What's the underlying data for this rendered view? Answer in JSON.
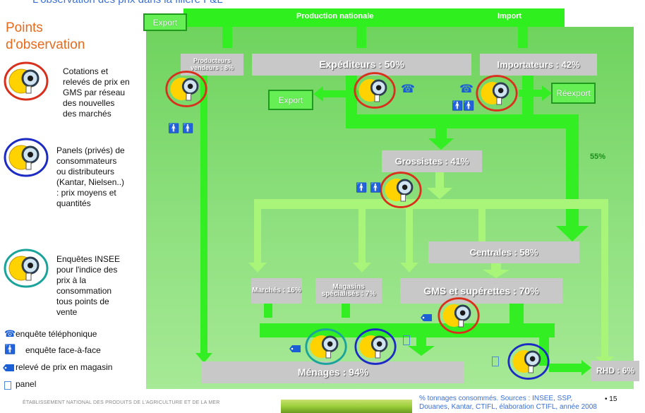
{
  "page": {
    "top_title": "L'observation des prix dans la filière F&L",
    "page_number": "• 15",
    "org_footer": "ÉTABLISSEMENT NATIONAL DES PRODUITS DE L'AGRICULTURE ET DE LA MER",
    "source_note": "% tonnages consommés. Sources : INSEE, SSP, Douanes, Kantar, CTIFL, élaboration CTIFL, année 2008"
  },
  "legend": {
    "title": "Points d'observation",
    "items": [
      {
        "ring_color": "#d9301e",
        "text": "Cotations et relevés de prix en GMS par réseau des nouvelles des marchés"
      },
      {
        "ring_color": "#1c2bc4",
        "text": "Panels (privés) de consommateurs ou distributeurs (Kantar, Nielsen..) : prix moyens et quantités"
      },
      {
        "ring_color": "#1aa39a",
        "text": "Enquêtes INSEE pour l'indice des prix à la consommation tous points de vente"
      }
    ],
    "symbols": [
      {
        "icon": "telephone-icon",
        "text": "enquête téléphonique"
      },
      {
        "icon": "person-icon",
        "text": "enquête face-à-face"
      },
      {
        "icon": "price-tag-icon",
        "text": "relevé de prix en magasin"
      },
      {
        "icon": "panel-icon",
        "text": "panel"
      }
    ]
  },
  "flow": {
    "export_top": "Export",
    "production": "Production nationale",
    "import": "Import",
    "producteurs": "Producteurs vendeurs : 8%",
    "expediteurs": "Expéditeurs : 50%",
    "importateurs": "Importateurs : 42%",
    "export_mid": "Export",
    "reexport": "Réexport",
    "pct_55": "55%",
    "grossistes": "Grossistes : 41%",
    "centrales": "Centrales : 58%",
    "marches": "Marchés : 16%",
    "magasins": "Magasins spécialisés : 7%",
    "gms": "GMS et supérettes : 70%",
    "menages": "Ménages : 94%",
    "rhd": "RHD : 6%"
  },
  "colors": {
    "red_ring": "#d9301e",
    "blue_ring": "#1c2bc4",
    "teal_ring": "#1aa39a",
    "bright_green": "#33ee22",
    "light_green": "#a8f57a",
    "panel_green": "#7fdc6f"
  }
}
